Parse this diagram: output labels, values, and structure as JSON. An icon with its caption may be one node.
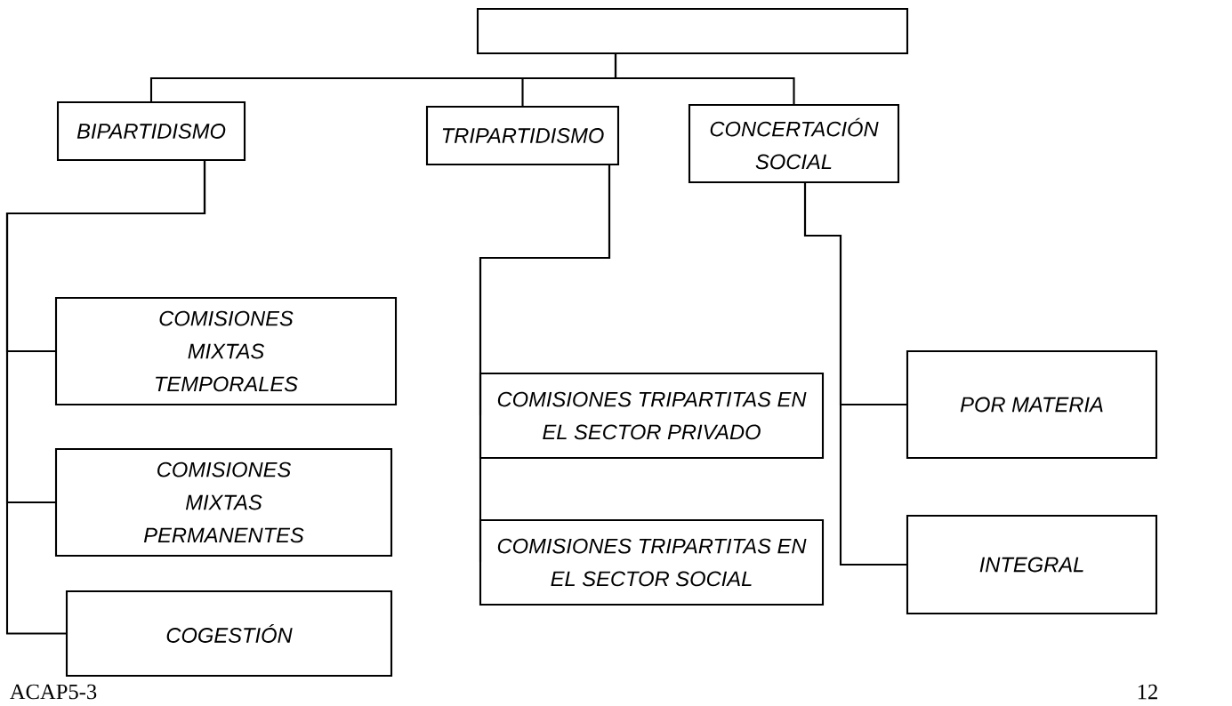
{
  "diagram": {
    "nodes": [
      {
        "text": [],
        "shape": "box"
      },
      {
        "text": [
          "BIPARTIDISMO"
        ]
      },
      {
        "text": [
          "TRIPARTIDISMO"
        ]
      },
      {
        "text": [
          "CONCERTACIÓN SOCIAL"
        ]
      },
      {
        "text": [
          "COMISIONES MIXTAS TEMPORALES"
        ]
      },
      {
        "text": [
          "COMISIONES MIXTAS PERMANENTES"
        ]
      },
      {
        "text": [
          "COGESTIÓN"
        ]
      },
      {
        "text": [
          "COMISIONES TRIPARTITAS EN EL SECTOR PRIVADO"
        ]
      },
      {
        "text": [
          "COMISIONES TRIPARTITAS EN EL SECTOR SOCIAL"
        ]
      },
      {
        "text": [
          "POR MATERIA"
        ]
      },
      {
        "text": [
          "INTEGRAL"
        ]
      }
    ],
    "edges": [
      {
        "from": 0,
        "to": 1,
        "arrow": "none"
      },
      {
        "from": 0,
        "to": 2,
        "arrow": "none"
      },
      {
        "from": 0,
        "to": 3,
        "arrow": "none"
      },
      {
        "from": 1,
        "to": 4,
        "arrow": "none"
      },
      {
        "from": 1,
        "to": 5,
        "arrow": "none"
      },
      {
        "from": 1,
        "to": 6,
        "arrow": "none"
      },
      {
        "from": 2,
        "to": 7,
        "arrow": "none"
      },
      {
        "from": 2,
        "to": 8,
        "arrow": "none"
      },
      {
        "from": 3,
        "to": 9,
        "arrow": "none"
      },
      {
        "from": 3,
        "to": 10,
        "arrow": "none"
      }
    ],
    "labels": [
      "ACAP5-3",
      "12"
    ]
  }
}
